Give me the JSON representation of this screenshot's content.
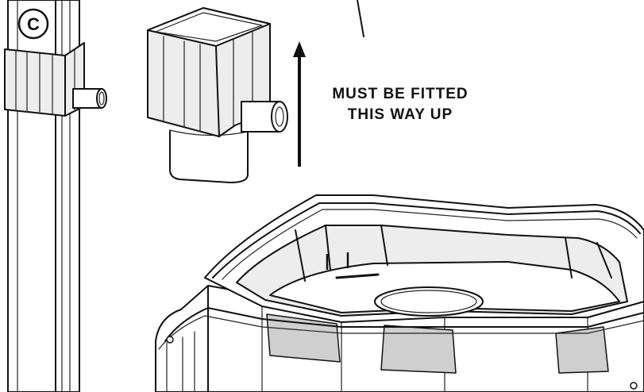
{
  "diagram": {
    "step_label": "C",
    "instruction": {
      "line1": "MUST BE FITTED",
      "line2": "THIS WAY UP"
    }
  },
  "parts": {
    "downpipe": "downpipe",
    "rain_diverter": "rain-diverter",
    "water_butt_lid_rim": "water-butt-rim"
  },
  "colors": {
    "line": "#111111",
    "background": "#ffffff",
    "shade": "#ededed"
  }
}
